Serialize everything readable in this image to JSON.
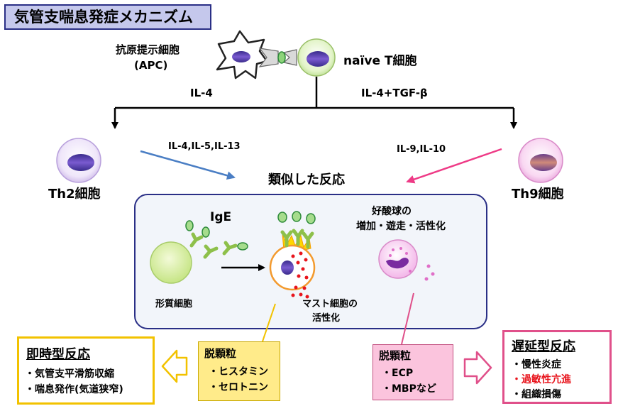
{
  "title": "気管支喘息発症メカニズム",
  "apc": {
    "label_line1": "抗原提示細胞",
    "label_line2": "(APC)"
  },
  "naive_t": {
    "label": "naïve T細胞"
  },
  "branch": {
    "left": "IL-4",
    "right": "IL-4+TGF-β"
  },
  "th2": {
    "label": "Th2細胞",
    "cytokines": "IL-4,IL-5,IL-13"
  },
  "th9": {
    "label": "Th9細胞",
    "cytokines": "IL-9,IL-10"
  },
  "similar_reaction": "類似した反応",
  "panel": {
    "ige": "IgE",
    "plasma_cell": "形質細胞",
    "mast_cell_line1": "マスト細胞の",
    "mast_cell_line2": "活性化",
    "eosinophil_line1": "好酸球の",
    "eosinophil_line2": "増加・遊走・活性化"
  },
  "degranulation_yellow": {
    "title": "脱顆粒",
    "items": [
      "・ヒスタミン",
      "・セロトニン"
    ]
  },
  "degranulation_pink": {
    "title": "脱顆粒",
    "items": [
      "・ECP",
      "・MBPなど"
    ]
  },
  "immediate": {
    "title": "即時型反応",
    "items": [
      "・気管支平滑筋収縮",
      "・喘息発作(気道狭窄)"
    ]
  },
  "delayed": {
    "title": "遅延型反応",
    "items": [
      "・慢性炎症",
      "・過敏性亢進",
      "・組織損傷"
    ]
  },
  "colors": {
    "title_bg": "#c5c8ec",
    "th2_nucleus": "#5a3fa8",
    "th9_membrane": "#f4c6ec",
    "yellow_border": "#f2c200",
    "pink_border": "#e0508a",
    "highlight_red": "#e8141c"
  }
}
